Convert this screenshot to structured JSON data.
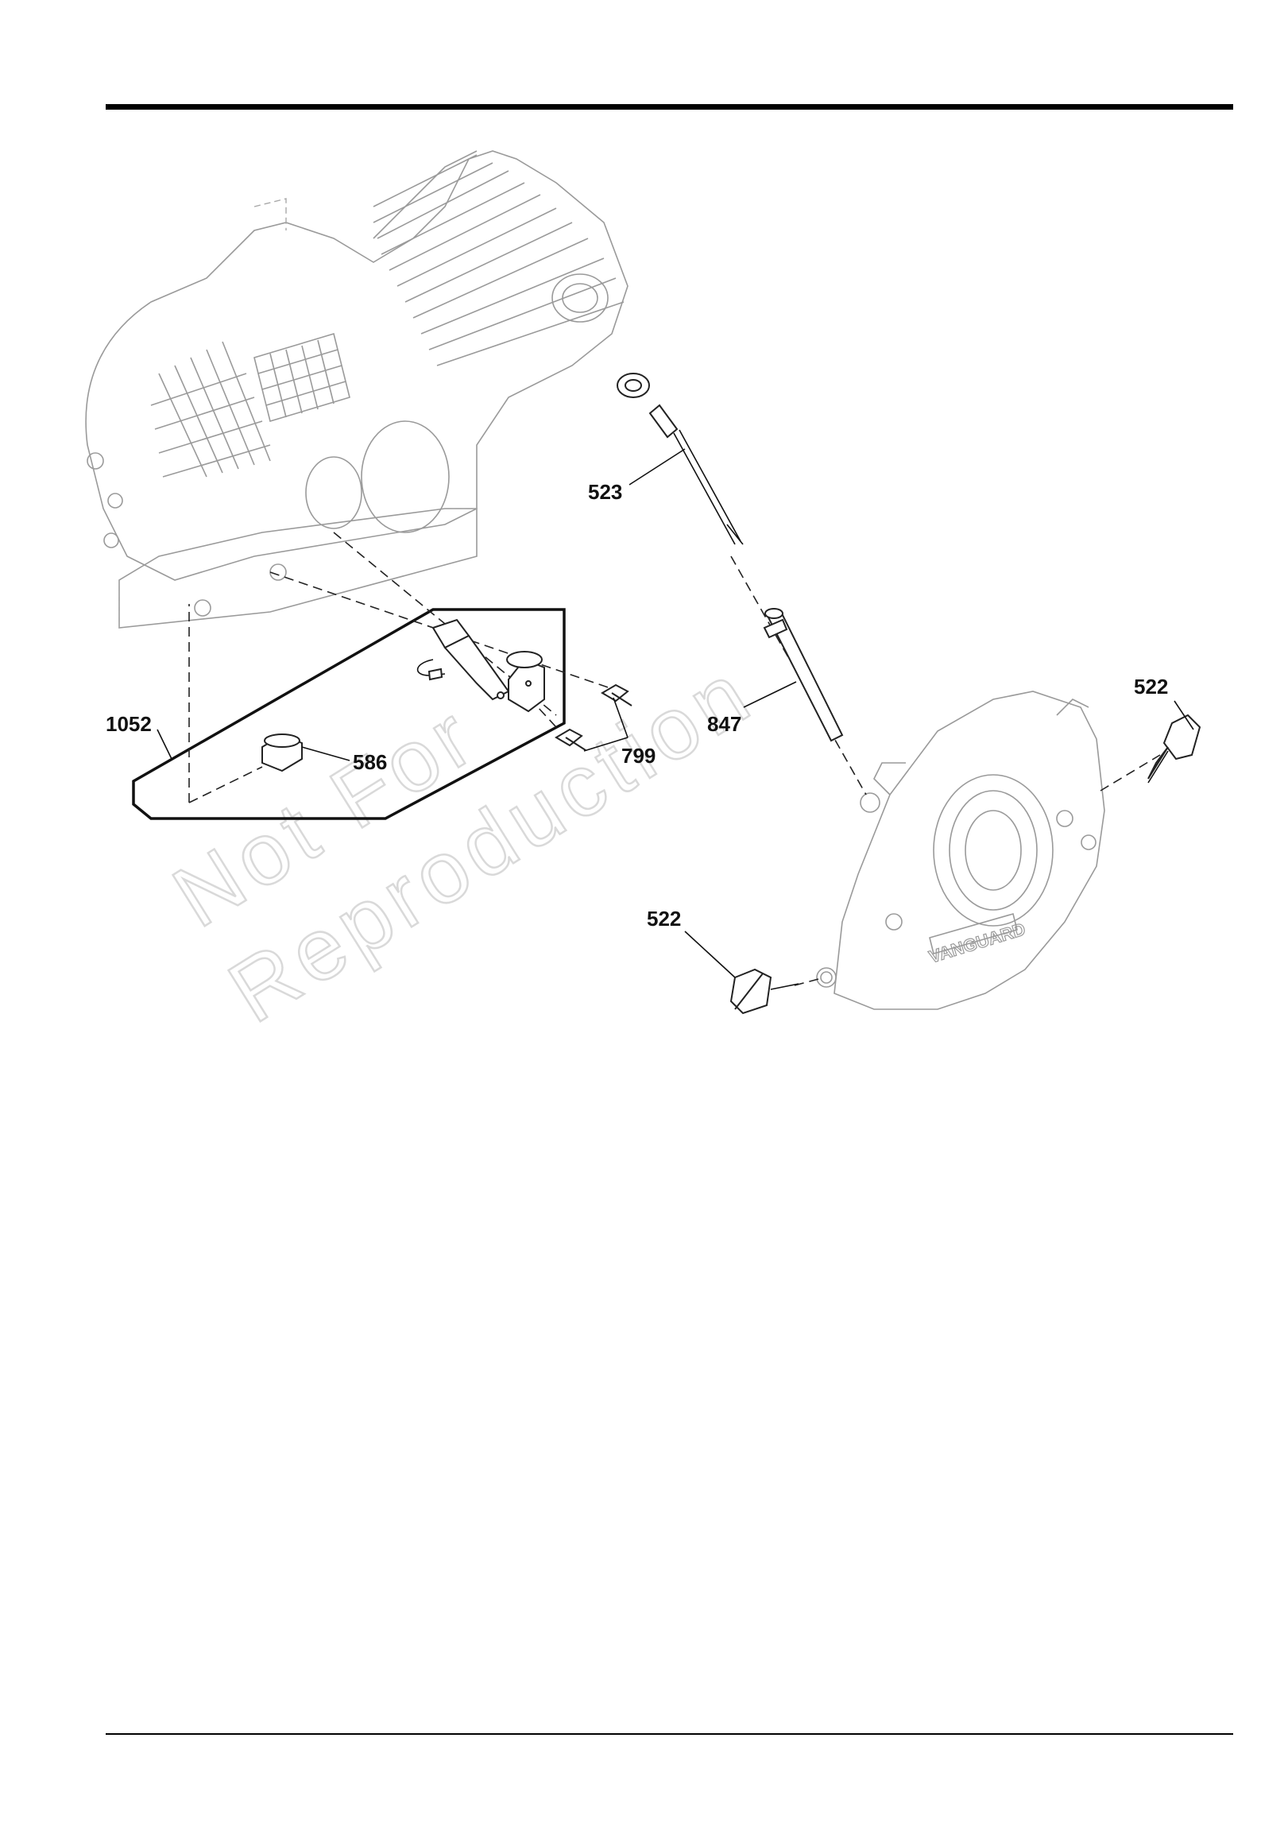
{
  "watermark": {
    "line1": "Not For",
    "line2": "Reproduction"
  },
  "engine_casting_text": "VANGUARD",
  "callouts": [
    {
      "id": "523",
      "label": "523"
    },
    {
      "id": "522a",
      "label": "522"
    },
    {
      "id": "1052",
      "label": "1052"
    },
    {
      "id": "847",
      "label": "847"
    },
    {
      "id": "586",
      "label": "586"
    },
    {
      "id": "799",
      "label": "799"
    },
    {
      "id": "522b",
      "label": "522"
    }
  ]
}
